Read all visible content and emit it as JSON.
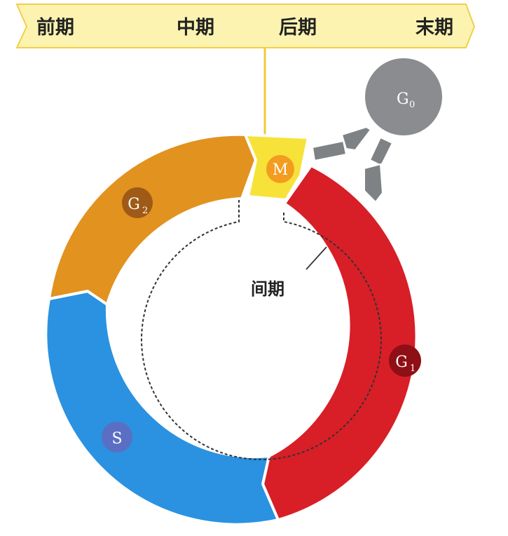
{
  "mitosis_phases": {
    "prophase": "前期",
    "metaphase": "中期",
    "anaphase": "后期",
    "telophase": "末期"
  },
  "cycle": {
    "m_label": "M",
    "g1_letter": "G",
    "g1_sub": "1",
    "s_label": "S",
    "g2_letter": "G",
    "g2_sub": "2",
    "g0_letter": "G",
    "g0_sub": "0",
    "interphase_label": "间期"
  },
  "colors": {
    "banner_fill": "#fcf3b0",
    "banner_stroke": "#f0d04a",
    "m_phase": "#f7e23a",
    "m_badge": "#f39c1f",
    "g1_phase": "#d81e27",
    "g1_badge": "#8e0f15",
    "s_phase": "#2a92e0",
    "s_badge": "#5a6fc4",
    "g2_phase": "#e2921f",
    "g2_badge": "#9e5a16",
    "g0_phase": "#8a8c8f",
    "g0_arrows": "#7f8285"
  }
}
